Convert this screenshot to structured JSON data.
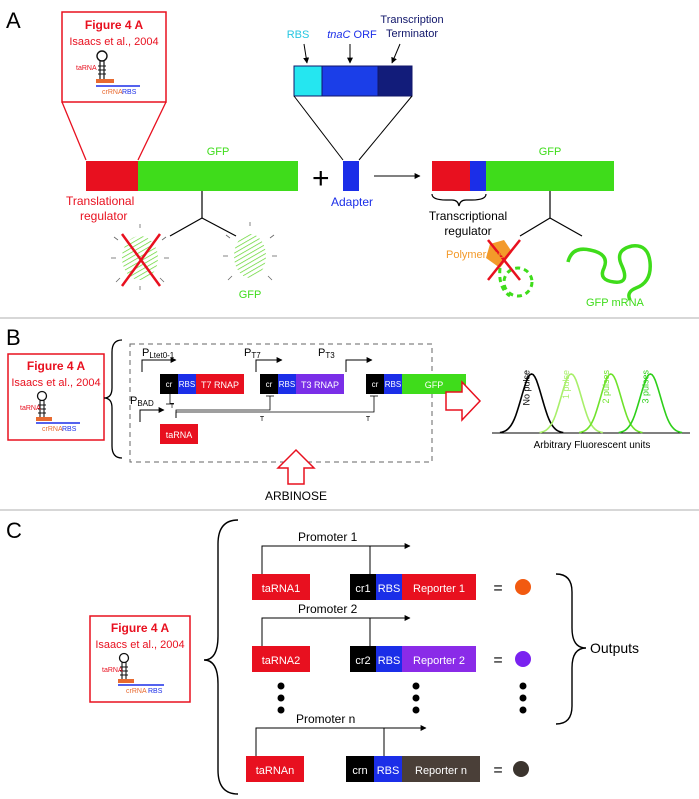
{
  "colors": {
    "red": "#e8101f",
    "green": "#3fdc1b",
    "blue": "#1b2ee8",
    "cyan": "#25e6f0",
    "navy": "#10166a",
    "purple": "#8a2be8",
    "orange": "#f26a10",
    "gray": "#bfbfbf",
    "dark": "#3b342e"
  },
  "icons": [
    "hairpin-rna-icon",
    "gfp-fluorescence-icon",
    "cross-mark-icon",
    "polymerase-icon",
    "mrna-squiggle-icon",
    "arrow-icon",
    "promoter-arrow-icon",
    "brace-icon",
    "hollow-arrow-icon"
  ],
  "panel_a": {
    "label": "A",
    "ref_title": "Figure 4 A",
    "ref_citation": "Isaacs et al., 2004",
    "ref_tarna": "taRNA",
    "ref_crrna": "crRNA",
    "ref_rbs": "RBS",
    "gfp_label": "GFP",
    "translational_line1": "Translational",
    "translational_line2": "regulator",
    "gfp_protein_label": "GFP",
    "top_rbs": "RBS",
    "top_orf_italic": "tnaC",
    "top_orf": " ORF",
    "top_terminator1": "Transcription",
    "top_terminator2": "Terminator",
    "plus": "+",
    "adapter": "Adapter",
    "gfp_label_right": "GFP",
    "transcriptional_line1": "Transcriptional",
    "transcriptional_line2": "regulator",
    "polymerase": "Polymerase",
    "gfp_mrna": "GFP mRNA"
  },
  "panel_b": {
    "label": "B",
    "ref_title": "Figure 4 A",
    "ref_citation": "Isaacs et al., 2004",
    "ref_tarna": "taRNA",
    "ref_crrna": "crRNA",
    "ref_rbs": "RBS",
    "promoter1": "P",
    "promoter1_sub": "Ltet0-1",
    "promoter2": "P",
    "promoter2_sub": "T7",
    "promoter3": "P",
    "promoter3_sub": "T3",
    "promoter_bad": "P",
    "promoter_bad_sub": "BAD",
    "cr": "cr",
    "rbs": "RBS",
    "t7rnap": "T7 RNAP",
    "t3rnap": "T3 RNAP",
    "gfp": "GFP",
    "tarna": "taRNA",
    "arabinose": "ARBINOSE",
    "t_mark": "T",
    "xlabel": "Arbitrary Fluorescent units"
  },
  "chart_data": {
    "type": "line",
    "title": "",
    "xlabel": "Arbitrary Fluorescent units",
    "ylabel": "",
    "series": [
      {
        "name": "No pulse",
        "color": "#000000",
        "peak": 1
      },
      {
        "name": "1 pulse",
        "color": "#a8ef6a",
        "peak": 2
      },
      {
        "name": "2 pulses",
        "color": "#6fe22c",
        "peak": 3
      },
      {
        "name": "3 pulses",
        "color": "#2ecf1a",
        "peak": 4
      }
    ]
  },
  "panel_c": {
    "label": "C",
    "ref_title": "Figure 4 A",
    "ref_citation": "Isaacs et al., 2004",
    "ref_tarna": "taRNA",
    "ref_crrna": "crRNA",
    "ref_rbs": "RBS",
    "rows": [
      {
        "promoter": "Promoter 1",
        "tarna": "taRNA1",
        "cr": "cr1",
        "rbs": "RBS",
        "reporter": "Reporter 1",
        "color": "#e8101f",
        "output": "#f25a10"
      },
      {
        "promoter": "Promoter 2",
        "tarna": "taRNA2",
        "cr": "cr2",
        "rbs": "RBS",
        "reporter": "Reporter 2",
        "color": "#8a2be8",
        "output": "#7a22f0"
      },
      {
        "promoter": "Promoter n",
        "tarna": "taRNAn",
        "cr": "crn",
        "rbs": "RBS",
        "reporter": "Reporter n",
        "color": "#4a3f38",
        "output": "#3b342e"
      }
    ],
    "equals": "=",
    "outputs": "Outputs"
  }
}
